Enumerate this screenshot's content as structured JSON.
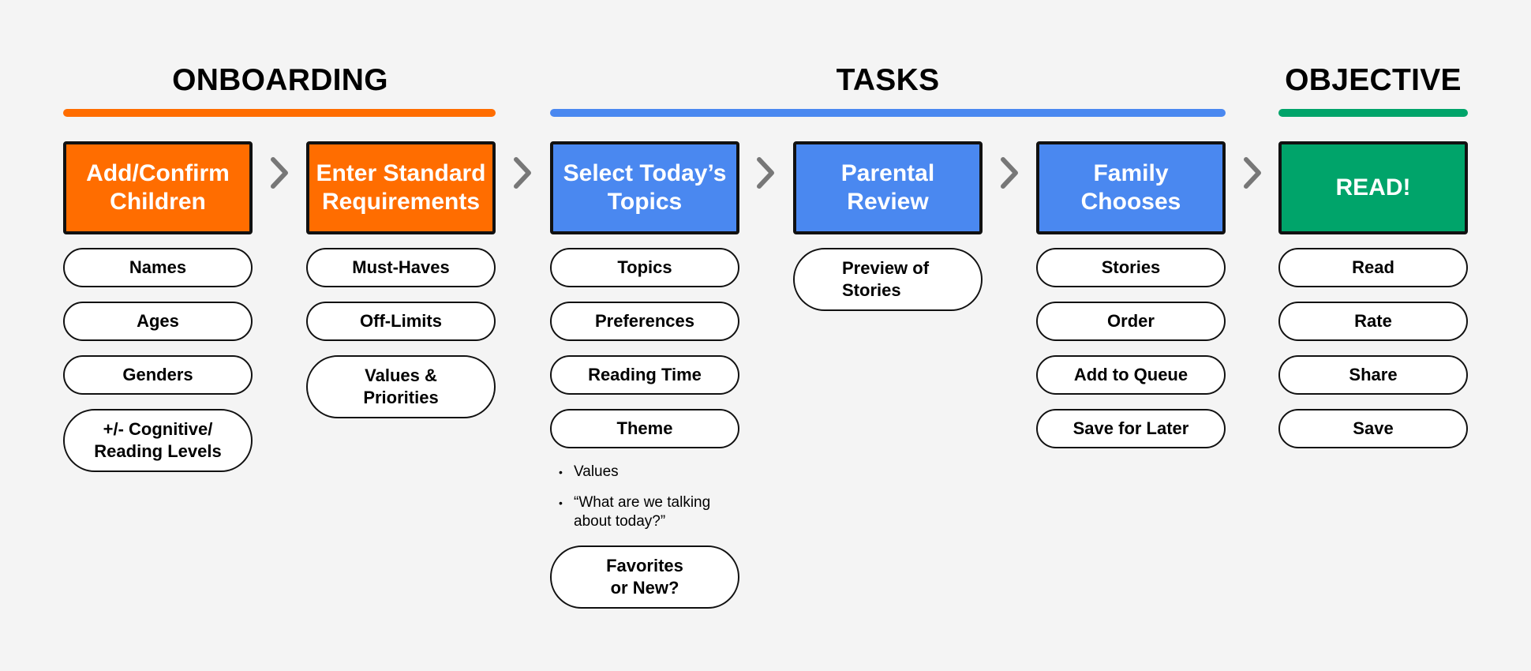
{
  "colors": {
    "onboarding": "#ff6d00",
    "tasks": "#4a88f0",
    "objective": "#00a46a",
    "chevron": "#777777"
  },
  "phases": {
    "onboarding": "ONBOARDING",
    "tasks": "TASKS",
    "objective": "OBJECTIVE"
  },
  "steps": {
    "add_confirm": "Add/Confirm\nChildren",
    "standard_requirements": "Enter Standard\nRequirements",
    "select_topics": "Select  Today’s\nTopics",
    "parental_review": "Parental\nReview",
    "family_chooses": "Family\nChooses",
    "read": "READ!"
  },
  "items": {
    "add_confirm": [
      "Names",
      "Ages",
      "Genders",
      "+/- Cognitive/\nReading Levels"
    ],
    "standard_requirements": [
      "Must-Haves",
      "Off-Limits",
      "Values &\nPriorities"
    ],
    "select_topics": [
      "Topics",
      "Preferences",
      "Reading Time",
      "Theme"
    ],
    "select_topics_extra": "Favorites\nor New?",
    "parental_review": [
      "Preview of\nStories"
    ],
    "family_chooses": [
      "Stories",
      "Order",
      "Add to Queue",
      "Save for Later"
    ],
    "read": [
      "Read",
      "Rate",
      "Share",
      "Save"
    ]
  },
  "theme_notes": {
    "bullet_glyph": "•",
    "values": "Values",
    "talking": "“What are we talking about today?”"
  }
}
